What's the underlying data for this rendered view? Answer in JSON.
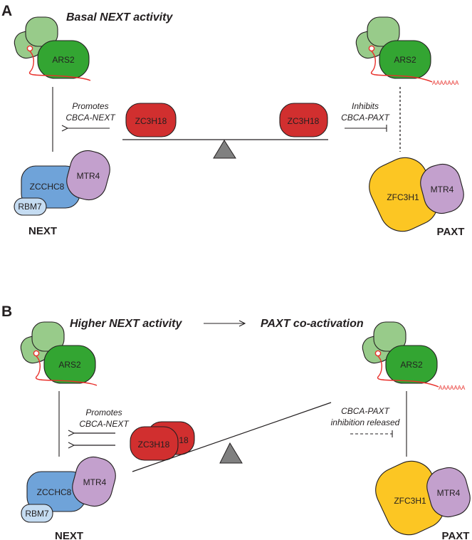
{
  "colors": {
    "cbc_light_green": "#98cb8a",
    "ars2_green": "#33a532",
    "zc3h18_red": "#d12f2f",
    "rna_red": "#e8302b",
    "zcchc8_blue": "#6fa3d9",
    "rbm7_light_blue": "#c5dcf2",
    "mtr4_purple": "#c3a0cd",
    "zfc3h1_yellow": "#fcc623",
    "fulcrum_gray": "#808080"
  },
  "panel_a": {
    "letter": "A",
    "title": "Basal NEXT activity",
    "left_cbc": {
      "ars2": "ARS2"
    },
    "right_cbc": {
      "ars2": "ARS2",
      "polya": "AAAAAAA"
    },
    "promotes": {
      "line1": "Promotes",
      "line2": "CBCA-NEXT"
    },
    "inhibits": {
      "line1": "Inhibits",
      "line2": "CBCA-PAXT"
    },
    "zc3h18_left": "ZC3H18",
    "zc3h18_right": "ZC3H18",
    "next": {
      "zcchc8": "ZCCHC8",
      "mtr4": "MTR4",
      "rbm7": "RBM7",
      "label": "NEXT"
    },
    "paxt": {
      "zfc3h1": "ZFC3H1",
      "mtr4": "MTR4",
      "label": "PAXT"
    }
  },
  "panel_b": {
    "letter": "B",
    "title_left": "Higher NEXT activity",
    "title_right": "PAXT co-activation",
    "left_cbc": {
      "ars2": "ARS2"
    },
    "right_cbc": {
      "ars2": "ARS2",
      "polya": "AAAAAAA"
    },
    "promotes": {
      "line1": "Promotes",
      "line2": "CBCA-NEXT"
    },
    "released": {
      "line1": "CBCA-PAXT",
      "line2": "inhibition released"
    },
    "zc3h18_back": "18",
    "zc3h18_front": "ZC3H18",
    "next": {
      "zcchc8": "ZCCHC8",
      "mtr4": "MTR4",
      "rbm7": "RBM7",
      "label": "NEXT"
    },
    "paxt": {
      "zfc3h1": "ZFC3H1",
      "mtr4": "MTR4",
      "label": "PAXT"
    }
  }
}
